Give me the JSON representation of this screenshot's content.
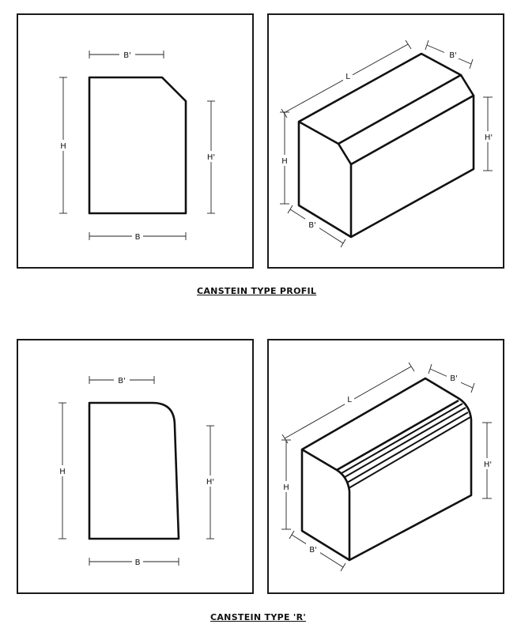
{
  "sections": [
    {
      "caption": "CANSTEIN TYPE PROFIL",
      "profile_labels": {
        "top_width": "B'",
        "height": "H",
        "side_height": "H'",
        "base_width": "B"
      },
      "iso_labels": {
        "length": "L",
        "top_width": "B'",
        "side_height": "H'",
        "height": "H",
        "base_width": "B'"
      }
    },
    {
      "caption": "CANSTEIN TYPE 'R'",
      "profile_labels": {
        "top_width": "B'",
        "height": "H",
        "side_height": "H'",
        "base_width": "B"
      },
      "iso_labels": {
        "length": "L",
        "top_width": "B'",
        "side_height": "H'",
        "height": "H",
        "base_width": "B'"
      }
    }
  ]
}
